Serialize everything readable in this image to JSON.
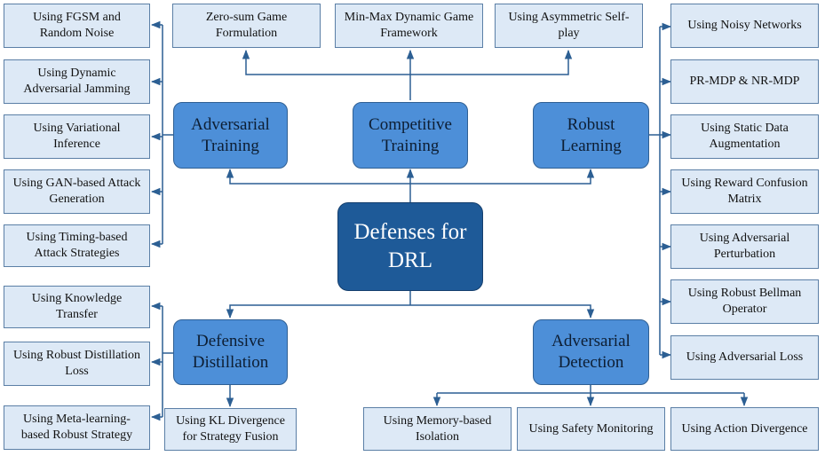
{
  "root": "Defenses for\nDRL",
  "branches": {
    "adversarial_training": "Adversarial\nTraining",
    "competitive_training": "Competitive\nTraining",
    "robust_learning": "Robust\nLearning",
    "defensive_distillation": "Defensive\nDistillation",
    "adversarial_detection": "Adversarial\nDetection"
  },
  "leaves": {
    "adversarial_training": [
      "Using FGSM and\nRandom Noise",
      "Using Dynamic\nAdversarial Jamming",
      "Using Variational\nInference",
      "Using GAN-based Attack\nGeneration",
      "Using Timing-based\nAttack Strategies"
    ],
    "competitive_training": [
      "Zero-sum Game\nFormulation",
      "Min-Max Dynamic Game\nFramework",
      "Using Asymmetric Self-\nplay"
    ],
    "robust_learning": [
      "Using Noisy Networks",
      "PR-MDP & NR-MDP",
      "Using Static Data\nAugmentation",
      "Using Reward Confusion\nMatrix",
      "Using Adversarial\nPerturbation",
      "Using Robust Bellman\nOperator",
      "Using Adversarial Loss"
    ],
    "defensive_distillation": [
      "Using Knowledge\nTransfer",
      "Using Robust Distillation\nLoss",
      "Using Meta-learning-\nbased Robust Strategy",
      "Using KL Divergence\nfor Strategy Fusion"
    ],
    "adversarial_detection": [
      "Using Memory-based\nIsolation",
      "Using Safety Monitoring",
      "Using Action Divergence"
    ]
  }
}
